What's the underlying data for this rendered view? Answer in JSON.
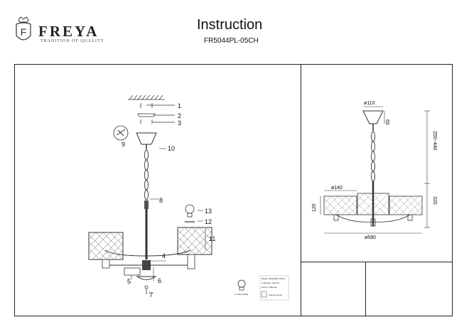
{
  "header": {
    "brand": "FREYA",
    "tagline": "TRADITION OF QUALITY",
    "logo_letter": "F",
    "title": "Instruction",
    "model": "FR5044PL-05CH"
  },
  "assembly": {
    "callouts": [
      "1",
      "2",
      "3",
      "4",
      "5",
      "6",
      "7",
      "8",
      "9",
      "10",
      "11",
      "12",
      "13"
    ]
  },
  "dimensions": {
    "canopy": "ø110",
    "canopy_height": "65",
    "suspension": "250~440",
    "shade_diameter": "ø140",
    "shade_height": "120",
    "body_height": "320",
    "total_diameter": "ø580"
  },
  "bulb": {
    "spec": "5 x E14 (40W)"
  },
  "product_label": {
    "lines": [
      "Model: FR5044PL-05CH",
      "Collection: Nicoron",
      "Series: Vilderina",
      "Ceiling Lamps"
    ]
  }
}
